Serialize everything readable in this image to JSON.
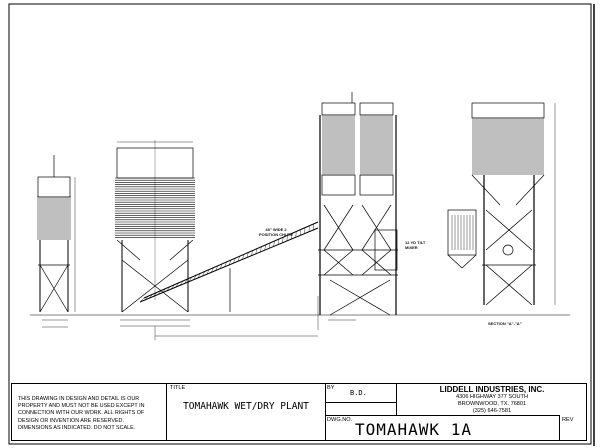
{
  "title_block": {
    "notice": "THIS DRAWING IN DESIGN AND DETAIL IS OUR PROPERTY AND MUST NOT BE USED EXCEPT IN CONNECTION WITH OUR WORK. ALL RIGHTS OF DESIGN OR INVENTION ARE RESERVED. DIMENSIONS AS INDICATED. DO NOT SCALE.",
    "title_label": "TITLE",
    "title": "TOMAHAWK WET/DRY PLANT",
    "by_label": "BY",
    "by": "B.D.",
    "dwg_no_label": "DWG.NO.",
    "dwg_no": "TOMAHAWK 1A",
    "rev_label": "REV",
    "company": {
      "name": "LIDDELL INDUSTRIES, INC.",
      "address1": "4306 HIGHWAY 377 SOUTH",
      "address2": "BROWNWOOD, TX. 76801",
      "phone": "(325) 646-7581"
    }
  },
  "annotations": {
    "chute": "48\" WIDE 2 POSITION CHUTE",
    "mixer": "12 YD TILT MIXER",
    "section": "SECTION \"A\"-\"A\""
  }
}
